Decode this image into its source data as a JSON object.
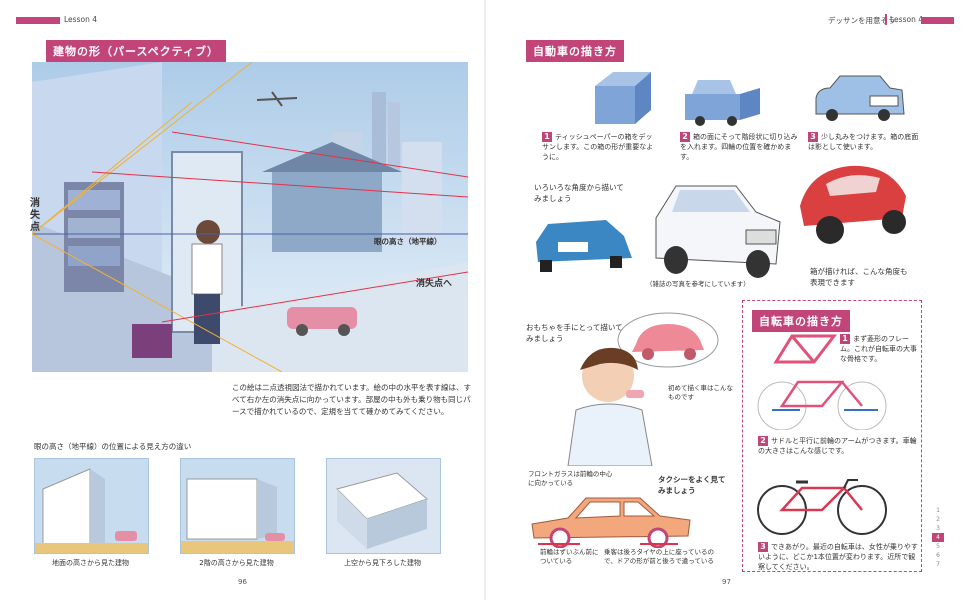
{
  "left_page": {
    "lesson": "Lesson 4",
    "title": "建物の形（パースペクティブ）",
    "vanish_left": "消失点",
    "eye_level": "眼の高さ（地平線）",
    "vanish_right": "消失点へ",
    "description": "この絵は二点透視図法で描かれています。絵の中の水平を表す線は、すべて右か左の消失点に向かっています。部屋の中も外も乗り物も同じパースで描かれているので、定規を当てて確かめてみてください。",
    "comparison_heading": "眼の高さ（地平線）の位置による見え方の違い",
    "captions": [
      "地面の高さから見た建物",
      "2階の高さから見た建物",
      "上空から見下ろした建物"
    ],
    "page_number": "96"
  },
  "right_page": {
    "header": "デッサンを用意そう",
    "lesson": "Lesson 4",
    "car_title": "自動車の描き方",
    "steps": [
      {
        "num": "1",
        "text": "ティッシュペーパーの箱をデッサンします。この箱の形が重要なように。"
      },
      {
        "num": "2",
        "text": "箱の面にそって階段状に切り込みを入れます。四輪の位置を確かめます。"
      },
      {
        "num": "3",
        "text": "少し丸みをつけます。箱の底面は影として使います。"
      }
    ],
    "angles_note": "いろいろな角度から描いてみましょう",
    "magazine_note": "（雑誌の写真を参考にしています）",
    "box_note": "箱が描ければ、こんな角度も表現できます",
    "toy_note": "おもちゃを手にとって描いてみましょう",
    "first_car_note": "初めて描く車はこんなものです",
    "windshield_note": "フロントガラスは前輪の中心に向かっている",
    "taxi_note": "タクシーをよく見てみましょう",
    "front_wheel_note": "前輪はずいぶん前についている",
    "passenger_note": "乗客は後ろタイヤの上に座っているので、ドアの形が前と後ろで違っている",
    "bike_title": "自転車の描き方",
    "bike_steps": [
      {
        "num": "1",
        "text": "まず菱形のフレーム。これが自転車の大事な骨格です。"
      },
      {
        "num": "2",
        "text": "サドルと平行に前輪のアームがつきます。車輪の大きさはこんな感じです。"
      },
      {
        "num": "3",
        "text": "できあがり。最近の自転車は、女性が乗りやすいように、どこか1本位置が変わります。近所で観察してください。"
      }
    ],
    "side_index": [
      "1",
      "2",
      "3",
      "4",
      "5",
      "6",
      "7"
    ],
    "page_number": "97"
  },
  "colors": {
    "accent": "#c2457a",
    "sky": "#cfe3f3",
    "paper": "#ffffff"
  }
}
